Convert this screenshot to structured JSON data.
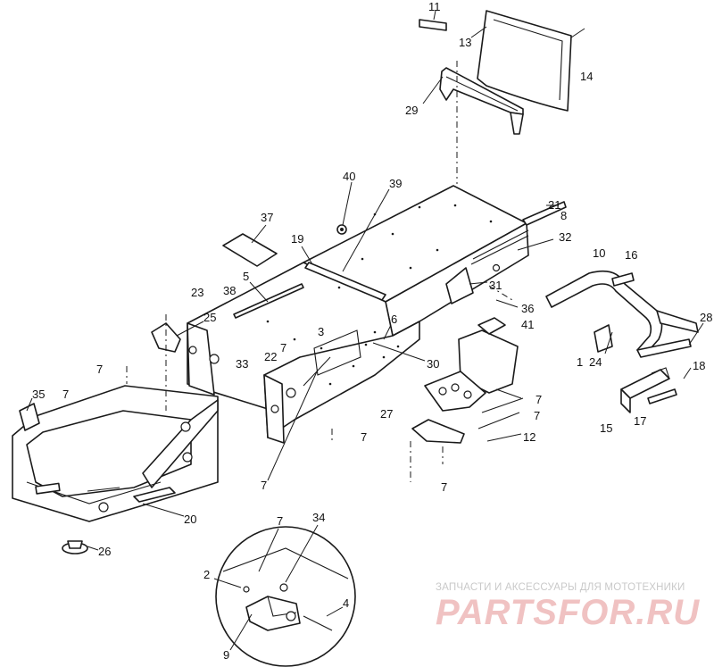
{
  "callouts": [
    {
      "id": "c11",
      "text": "11"
    },
    {
      "id": "c13",
      "text": "13"
    },
    {
      "id": "c14",
      "text": "14"
    },
    {
      "id": "c29",
      "text": "29"
    },
    {
      "id": "c40",
      "text": "40"
    },
    {
      "id": "c39",
      "text": "39"
    },
    {
      "id": "c21",
      "text": "21"
    },
    {
      "id": "c8",
      "text": "8"
    },
    {
      "id": "c37",
      "text": "37"
    },
    {
      "id": "c19",
      "text": "19"
    },
    {
      "id": "c32",
      "text": "32"
    },
    {
      "id": "c10",
      "text": "10"
    },
    {
      "id": "c16",
      "text": "16"
    },
    {
      "id": "c5",
      "text": "5"
    },
    {
      "id": "c23",
      "text": "23"
    },
    {
      "id": "c38",
      "text": "38"
    },
    {
      "id": "c31",
      "text": "31"
    },
    {
      "id": "c36",
      "text": "36"
    },
    {
      "id": "c25",
      "text": "25"
    },
    {
      "id": "c6",
      "text": "6"
    },
    {
      "id": "c41",
      "text": "41"
    },
    {
      "id": "c28",
      "text": "28"
    },
    {
      "id": "c3",
      "text": "3"
    },
    {
      "id": "c7a",
      "text": "7"
    },
    {
      "id": "c1",
      "text": "1"
    },
    {
      "id": "c24",
      "text": "24"
    },
    {
      "id": "c33",
      "text": "33"
    },
    {
      "id": "c22",
      "text": "22"
    },
    {
      "id": "c30",
      "text": "30"
    },
    {
      "id": "c18",
      "text": "18"
    },
    {
      "id": "c7b",
      "text": "7"
    },
    {
      "id": "c35",
      "text": "35"
    },
    {
      "id": "c7c",
      "text": "7"
    },
    {
      "id": "c7d",
      "text": "7"
    },
    {
      "id": "c7e",
      "text": "7"
    },
    {
      "id": "c27",
      "text": "27"
    },
    {
      "id": "c12",
      "text": "12"
    },
    {
      "id": "c15",
      "text": "15"
    },
    {
      "id": "c17",
      "text": "17"
    },
    {
      "id": "c7f",
      "text": "7"
    },
    {
      "id": "c7g",
      "text": "7"
    },
    {
      "id": "c7h",
      "text": "7"
    },
    {
      "id": "c20",
      "text": "20"
    },
    {
      "id": "c26",
      "text": "26"
    },
    {
      "id": "c7i",
      "text": "7"
    },
    {
      "id": "c34",
      "text": "34"
    },
    {
      "id": "c2",
      "text": "2"
    },
    {
      "id": "c4",
      "text": "4"
    },
    {
      "id": "c9",
      "text": "9"
    }
  ],
  "watermark": {
    "tagline": "ЗАПЧАСТИ И АКСЕССУАРЫ ДЛЯ МОТОТЕХНИКИ",
    "logo": "PARTSFOR.RU"
  }
}
